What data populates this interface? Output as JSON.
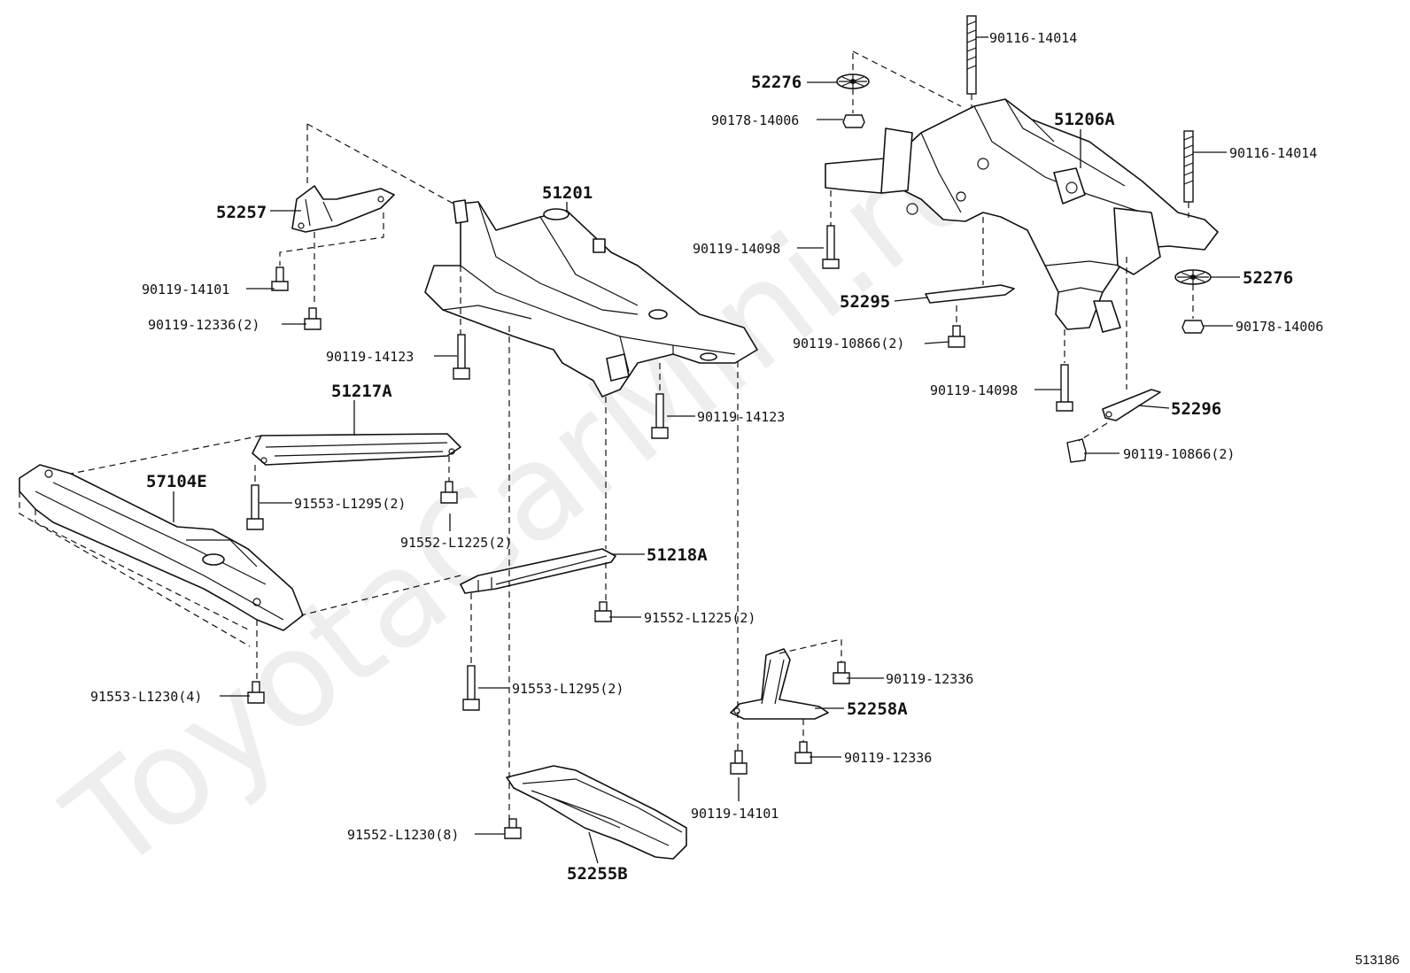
{
  "watermark": "ToyotaCarMini.ru",
  "reference_number": "513186",
  "labels": {
    "l_90116_14014_a": "90116-14014",
    "l_52276_a": "52276",
    "l_90178_14006_a": "90178-14006",
    "l_51206A": "51206A",
    "l_90116_14014_b": "90116-14014",
    "l_90119_14098_a": "90119-14098",
    "l_52276_b": "52276",
    "l_52295": "52295",
    "l_90178_14006_b": "90178-14006",
    "l_90119_10866_a": "90119-10866(2)",
    "l_90119_14098_b": "90119-14098",
    "l_52296": "52296",
    "l_90119_10866_b": "90119-10866(2)",
    "l_51201": "51201",
    "l_52257": "52257",
    "l_90119_14101_a": "90119-14101",
    "l_90119_12336_2": "90119-12336(2)",
    "l_90119_14123_a": "90119-14123",
    "l_90119_14123_b": "90119-14123",
    "l_51217A": "51217A",
    "l_57104E": "57104E",
    "l_91553_L1295_a": "91553-L1295(2)",
    "l_91552_L1225_a": "91552-L1225(2)",
    "l_51218A": "51218A",
    "l_91552_L1225_b": "91552-L1225(2)",
    "l_91553_L1230": "91553-L1230(4)",
    "l_91553_L1295_b": "91553-L1295(2)",
    "l_90119_12336_a": "90119-12336",
    "l_52258A": "52258A",
    "l_90119_12336_b": "90119-12336",
    "l_90119_14101_b": "90119-14101",
    "l_91552_L1230": "91552-L1230(8)",
    "l_52255B": "52255B"
  }
}
